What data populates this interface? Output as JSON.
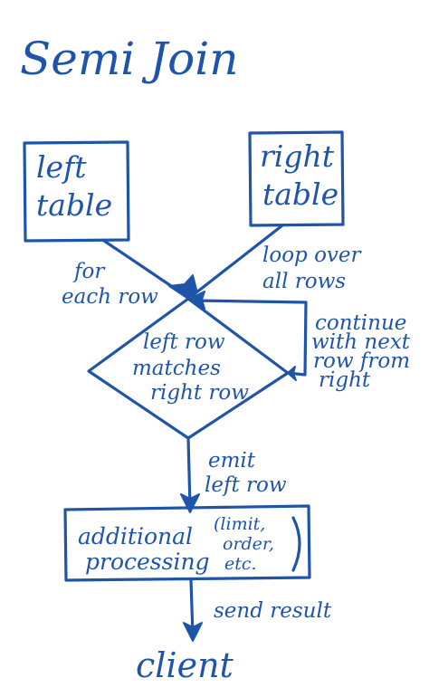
{
  "title": "Semi Join",
  "nodes": {
    "left_table": [
      "left",
      "table"
    ],
    "right_table": [
      "right",
      "table"
    ],
    "decision": [
      "left row",
      "matches",
      "right row"
    ],
    "processing": [
      "additional",
      "processing"
    ],
    "processing_note": [
      "(limit,",
      "order,",
      "etc."
    ],
    "client": "client"
  },
  "edges": {
    "for_each_row": [
      "for",
      "each row"
    ],
    "loop_over_all_rows": [
      "loop over",
      "all rows"
    ],
    "continue_with_next_row": [
      "continue",
      "with next",
      "row from",
      "right"
    ],
    "emit_left_row": [
      "emit",
      "left row"
    ],
    "send_result": "send result"
  }
}
